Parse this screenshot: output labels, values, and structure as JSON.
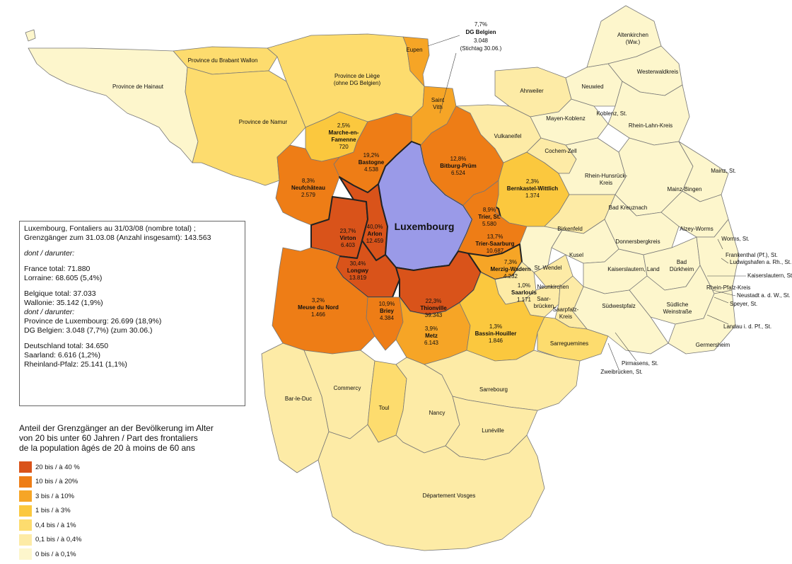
{
  "map": {
    "provinces": {
      "hainaut": "Province de Hainaut",
      "brabant": "Province du Brabant Wallon",
      "namur": "Province de Namur",
      "liege": "Province de Liège\n(ohne DG Belgien)",
      "eupen": "Eupen",
      "saint_vith": "Saint\nVith"
    },
    "dg": {
      "pct": "7,7%",
      "name": "DG Belgien",
      "count": "3.048",
      "note": "(Stichtag 30.06.)"
    },
    "regions": [
      {
        "id": "marche",
        "pct": "2,5%",
        "name": "Marche-en-\nFamenne",
        "count": "720"
      },
      {
        "id": "bastogne",
        "pct": "19,2%",
        "name": "Bastogne",
        "count": "4.538"
      },
      {
        "id": "neufchateau",
        "pct": "8,3%",
        "name": "Neufchâteau",
        "count": "2.579"
      },
      {
        "id": "virton",
        "pct": "23,7%",
        "name": "Virton",
        "count": "6.403"
      },
      {
        "id": "arlon",
        "pct": "40,0%",
        "name": "Arlon",
        "count": "12.459"
      },
      {
        "id": "bitburg",
        "pct": "12,8%",
        "name": "Bitburg-Prüm",
        "count": "6.524"
      },
      {
        "id": "bernkastel",
        "pct": "2,3%",
        "name": "Bernkastel-Wittlich",
        "count": "1.374"
      },
      {
        "id": "trier",
        "pct": "8,9%",
        "name": "Trier, St.",
        "count": "5.580"
      },
      {
        "id": "trier_saarburg",
        "pct": "13,7%",
        "name": "Trier-Saarburg",
        "count": "10.687"
      },
      {
        "id": "longwy",
        "pct": "30,4%",
        "name": "Longwy",
        "count": "13.819"
      },
      {
        "id": "thionville",
        "pct": "22,3%",
        "name": "Thionville",
        "count": "39.343"
      },
      {
        "id": "merzig",
        "pct": "7,3%",
        "name": "Merzig-Wadern",
        "count": "4.232"
      },
      {
        "id": "saarlouis",
        "pct": "1,0%",
        "name": "Saarlouis",
        "count": "1.171"
      },
      {
        "id": "meuse",
        "pct": "3,2%",
        "name": "Meuse du Nord",
        "count": "1.466"
      },
      {
        "id": "briey",
        "pct": "10,9%",
        "name": "Briey",
        "count": "4.384"
      },
      {
        "id": "metz",
        "pct": "3,9%",
        "name": "Metz",
        "count": "6.143"
      },
      {
        "id": "bassin",
        "pct": "1,3%",
        "name": "Bassin-Houiller",
        "count": "1.846"
      }
    ],
    "center": "Luxembourg",
    "places": {
      "altenkirchen": "Altenkirchen\n(Ww.)",
      "westerwald": "Westerwaldkreis",
      "neuwied": "Neuwied",
      "ahrweiler": "Ahrweiler",
      "mayen": "Mayen-Koblenz",
      "koblenz": "Koblenz, St.",
      "rheinlahn": "Rhein-Lahn-Kreis",
      "vulkaneifel": "Vulkaneifel",
      "cochem": "Cochem-Zell",
      "hunsrueck": "Rhein-Hunsrück-\nKreis",
      "mainz": "Mainz, St.",
      "mainzbingen": "Mainz-Bingen",
      "kreuznach": "Bad Kreuznach",
      "birkenfeld": "Birkenfeld",
      "alzey": "Alzey-Worms",
      "worms": "Worms, St.",
      "donnersberg": "Donnersbergkreis",
      "kusel": "Kusel",
      "frankenthal": "Frankenthal (Pf.), St.",
      "ludwigshafen": "Ludwigshafen a. Rh., St.",
      "kl_land": "Kaiserslautern, Land",
      "duerkheim": "Bad\nDürkheim",
      "kl_st": "Kaiserslautern, St.",
      "stwendel": "St. Wendel",
      "neunkirchen": "Neunkirchen",
      "saarbruecken": "Saar-\nbrücken",
      "saarpfalz": "Saarpfalz-\nKreis",
      "pfalzkreis": "Rhein-Pfalz-Kreis",
      "neustadt": "Neustadt a. d. W., St.",
      "speyer": "Speyer, St.",
      "suedwestpfalz": "Südwestpfalz",
      "weinstrasse": "Südliche\nWeinstraße",
      "landau": "Landau i. d. Pf., St.",
      "germersheim": "Germersheim",
      "sarreguemines": "Sarreguemines",
      "pirmasens": "Pirmasens, St.",
      "zweibruecken": "Zweibrücken, St.",
      "barleduc": "Bar-le-Duc",
      "commercy": "Commercy",
      "toul": "Toul",
      "nancy": "Nancy",
      "sarrebourg": "Sarrebourg",
      "luneville": "Lunéville",
      "vosges": "Département Vosges"
    }
  },
  "infobox": {
    "line1": "Luxembourg, Fontaliers au 31/03/08 (nombre total) ;",
    "line2": "Grenzgänger zum 31.03.08 (Anzahl insgesamt): 143.563",
    "dont1": "dont / darunter:",
    "france_total": "France total: 71.880",
    "lorraine": "Lorraine: 68.605 (5,4%)",
    "belgique_total": "Belgique total: 37.033",
    "wallonie": "Wallonie: 35.142 (1,9%)",
    "dont2": "dont / darunter:",
    "prov_lux": "Province de Luxembourg: 26.699 (18,9%)",
    "dg_belgien": "DG Belgien: 3.048 (7,7%) (zum 30.06.)",
    "de_total": "Deutschland total: 34.650",
    "saarland": "Saarland: 6.616 (1,2%)",
    "rlp": "Rheinland-Pfalz: 25.141 (1,1%)"
  },
  "legend": {
    "title": "Anteil der Grenzgänger an der Bevölkerung im Alter\nvon 20 bis unter 60 Jahren / Part des frontaliers\nde la population âgés de 20 à moins de 60 ans",
    "items": [
      {
        "label": "20 bis / à 40 %",
        "color": "#d9531a"
      },
      {
        "label": "10 bis / à 20%",
        "color": "#ee7d16"
      },
      {
        "label": "3 bis / à 10%",
        "color": "#f6a526"
      },
      {
        "label": "1 bis / à 3%",
        "color": "#fbc83e"
      },
      {
        "label": "0,4 bis / à 1%",
        "color": "#fddc6e"
      },
      {
        "label": "0,1 bis / à 0,4%",
        "color": "#fdeba6"
      },
      {
        "label": "0 bis / à 0,1%",
        "color": "#fdf6cc"
      }
    ]
  },
  "colors": {
    "luxembourg": "#9a9ae8",
    "c1": "#d9531a",
    "c2": "#ee7d16",
    "c3": "#f6a526",
    "c4": "#fbc83e",
    "c5": "#fddc6e",
    "c6": "#fdeba6",
    "c7": "#fdf6cc"
  }
}
